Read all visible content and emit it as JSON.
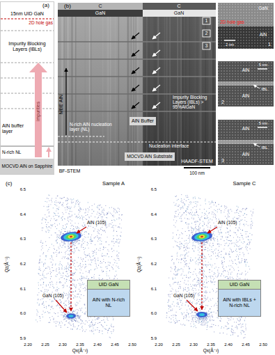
{
  "diagram": {
    "nodes": [
      {
        "text": [
          "15nm UID GaN"
        ]
      },
      {
        "text": [
          "Impurity Blocking Layers (IBLs)"
        ]
      },
      {
        "text": [
          "AlN buffer layer"
        ]
      },
      {
        "text": [
          "N-rich NL"
        ]
      },
      {
        "text": [
          "MOCVD AlN on Sapphire"
        ]
      },
      {
        "text": [
          "AlN Buffer"
        ]
      },
      {
        "text": [
          "MOCVD AlN Substrate"
        ]
      },
      {
        "text": [
          "UID GaN"
        ]
      },
      {
        "text": [
          "AlN with N-rich NL"
        ]
      },
      {
        "text": [
          "UID GaN"
        ]
      },
      {
        "text": [
          "AlN with IBLs + N-rich NL"
        ]
      }
    ],
    "labels": [
      "(a)",
      "2D hole gas",
      "impurities",
      "(b)",
      "C",
      "GaN",
      "C",
      "GaN",
      "1",
      "2",
      "3",
      "MBE AlN",
      "N-rich AlN nucleation layer (NL)",
      "Impurity Blocking Layers (IBLs) > 95%AlGaN",
      "Nucleation interface",
      "BF-STEM",
      "HAADF-STEM",
      "100 nm",
      "GaN",
      "2D hole gas",
      "AlN",
      "2 nm",
      "1",
      "AlN",
      "AlN",
      "IBL",
      "5 nm",
      "2",
      "AlN",
      "AlN",
      "IBL",
      "5 nm",
      "3",
      "(c)",
      "Sample A",
      "Sample C",
      "AlN (105)",
      "GaN (105)",
      "AlN (105)",
      "GaN (105)",
      "Qz(Å⁻¹)",
      "Qx(Å⁻¹)",
      "Qz(Å⁻¹)",
      "Qx(Å⁻¹)",
      "6.5",
      "6.4",
      "6.3",
      "6.2",
      "6.1",
      "6.0",
      "5.9",
      "2.20",
      "2.25",
      "2.30",
      "2.35",
      "2.40",
      "2.45",
      "2.50",
      "6.5",
      "6.4",
      "6.3",
      "6.2",
      "6.1",
      "6.0",
      "5.9",
      "2.20",
      "2.25",
      "2.30",
      "2.35",
      "2.40",
      "2.45",
      "2.50"
    ]
  }
}
